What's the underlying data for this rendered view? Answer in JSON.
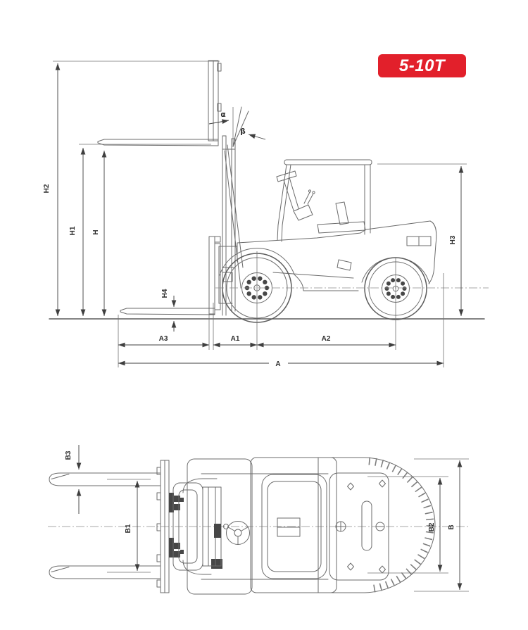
{
  "badge": {
    "label": "5-10T",
    "bg_color": "#e2202b",
    "text_color": "#ffffff"
  },
  "views": {
    "side": {
      "dims": {
        "h2": "H2",
        "h1": "H1",
        "h": "H",
        "h4": "H4",
        "h3": "H3",
        "alpha": "α",
        "beta": "β",
        "a3": "A3",
        "a1": "A1",
        "a2": "A2",
        "a": "A"
      }
    },
    "top": {
      "dims": {
        "b3": "B3",
        "b1": "B1",
        "b2": "B2",
        "b": "B"
      }
    }
  },
  "colors": {
    "artwork_line": "#6b6b6b",
    "dimension_line": "#3f3f3f",
    "label_text": "#2d2d2d",
    "background": "#ffffff"
  }
}
